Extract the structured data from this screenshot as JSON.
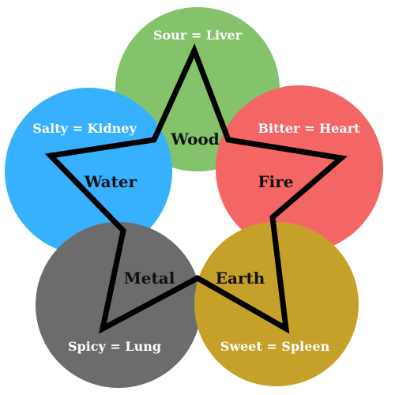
{
  "diagram": {
    "elements": [
      {
        "key": "wood",
        "element": "Wood",
        "taste": "Sour = Liver",
        "color": "#84c26c"
      },
      {
        "key": "fire",
        "element": "Fire",
        "taste": "Bitter = Heart",
        "color": "#f46666"
      },
      {
        "key": "earth",
        "element": "Earth",
        "taste": "Sweet = Spleen",
        "color": "#c6a129"
      },
      {
        "key": "metal",
        "element": "Metal",
        "taste": "Spicy = Lung",
        "color": "#6c6c6c"
      },
      {
        "key": "water",
        "element": "Water",
        "taste": "Salty = Kidney",
        "color": "#37b1fe"
      }
    ],
    "star_color": "#000000"
  }
}
